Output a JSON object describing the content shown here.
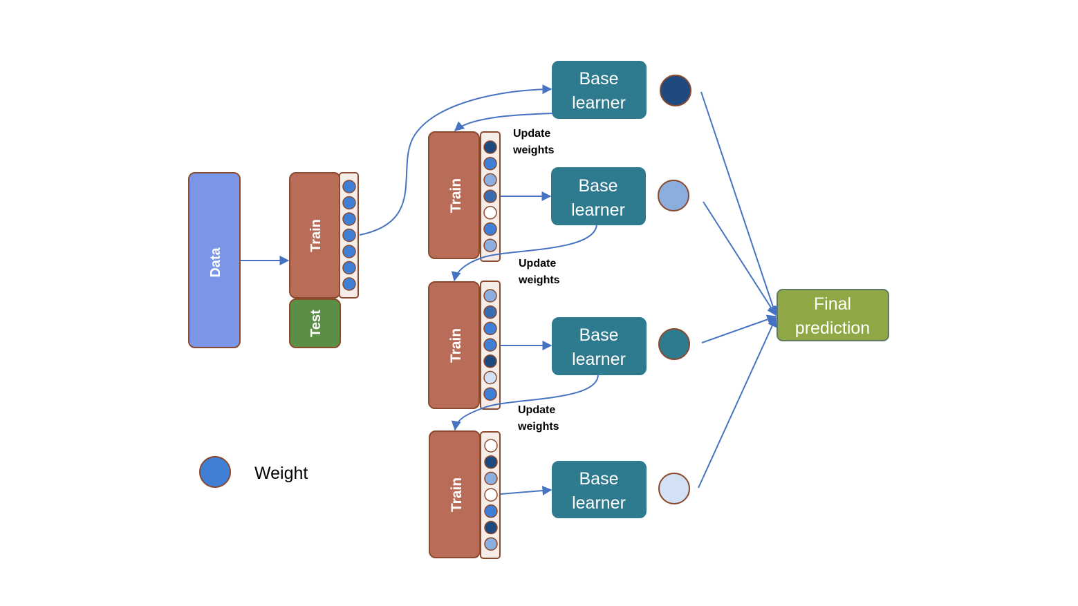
{
  "data_block": {
    "label": "Data",
    "color": "#7B96E6"
  },
  "split": {
    "train_label": "Train",
    "test_label": "Test",
    "train_color": "#B96C58",
    "test_color": "#5B8F46",
    "weights": [
      "medium",
      "medium",
      "medium",
      "medium",
      "medium",
      "medium",
      "medium"
    ]
  },
  "train_sets": [
    {
      "label": "Train",
      "weights": [
        "dark",
        "medium",
        "light",
        "medium-dark",
        "white",
        "medium",
        "light"
      ]
    },
    {
      "label": "Train",
      "weights": [
        "light",
        "medium-dark",
        "medium",
        "medium",
        "dark",
        "very-light",
        "medium"
      ]
    },
    {
      "label": "Train",
      "weights": [
        "white",
        "dark",
        "light",
        "white",
        "medium",
        "dark",
        "light"
      ]
    }
  ],
  "base_learners": [
    {
      "line1": "Base",
      "line2": "learner",
      "output_weight": "dark"
    },
    {
      "line1": "Base",
      "line2": "learner",
      "output_weight": "light"
    },
    {
      "line1": "Base",
      "line2": "learner",
      "output_weight": "teal"
    },
    {
      "line1": "Base",
      "line2": "learner",
      "output_weight": "very-light"
    }
  ],
  "update_labels": [
    {
      "line1": "Update",
      "line2": "weights"
    },
    {
      "line1": "Update",
      "line2": "weights"
    },
    {
      "line1": "Update",
      "line2": "weights"
    }
  ],
  "final_prediction": {
    "line1": "Final",
    "line2": "prediction",
    "color": "#8FA845"
  },
  "legend": {
    "label": "Weight",
    "color": "#3F80D6"
  },
  "colors": {
    "learner_fill": "#2E7A8E",
    "arrow": "#4673C1",
    "outline": "#8B4A2E",
    "weight_shades": {
      "dark": "#1F4A7F",
      "medium-dark": "#3A6BB0",
      "medium": "#3F80D6",
      "light": "#8BAEDF",
      "very-light": "#D3E1F4",
      "white": "#FFFFFF",
      "teal": "#2E7A8E"
    }
  }
}
